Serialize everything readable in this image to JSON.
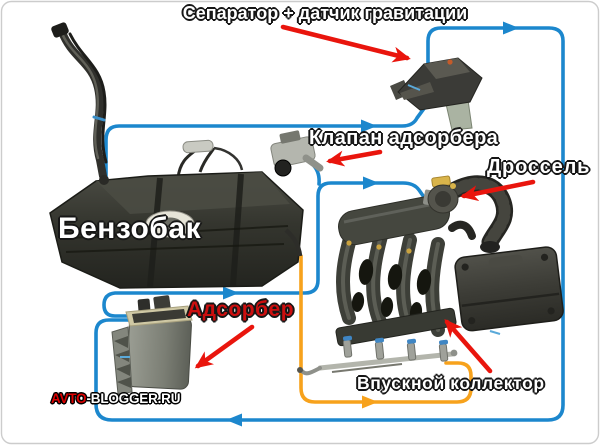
{
  "diagram": {
    "labels": {
      "separator": "Сепаратор + датчик гравитации",
      "valve": "Клапан адсорбера",
      "throttle": "Дроссель",
      "tank": "Бензобак",
      "adsorber": "Адсорбер",
      "manifold": "Впускной коллектор"
    },
    "watermark": {
      "prefix": "AVTO",
      "suffix": "-BLOGGER.RU"
    },
    "colors": {
      "vapor_line": "#1c87cd",
      "fuel_line": "#f7a21c",
      "arrow_red": "#e9150d",
      "adsorber_label": "#cc0f0f",
      "watermark_red": "#dd0000",
      "label_fill": "#ffffff",
      "label_outline": "#161616"
    }
  }
}
